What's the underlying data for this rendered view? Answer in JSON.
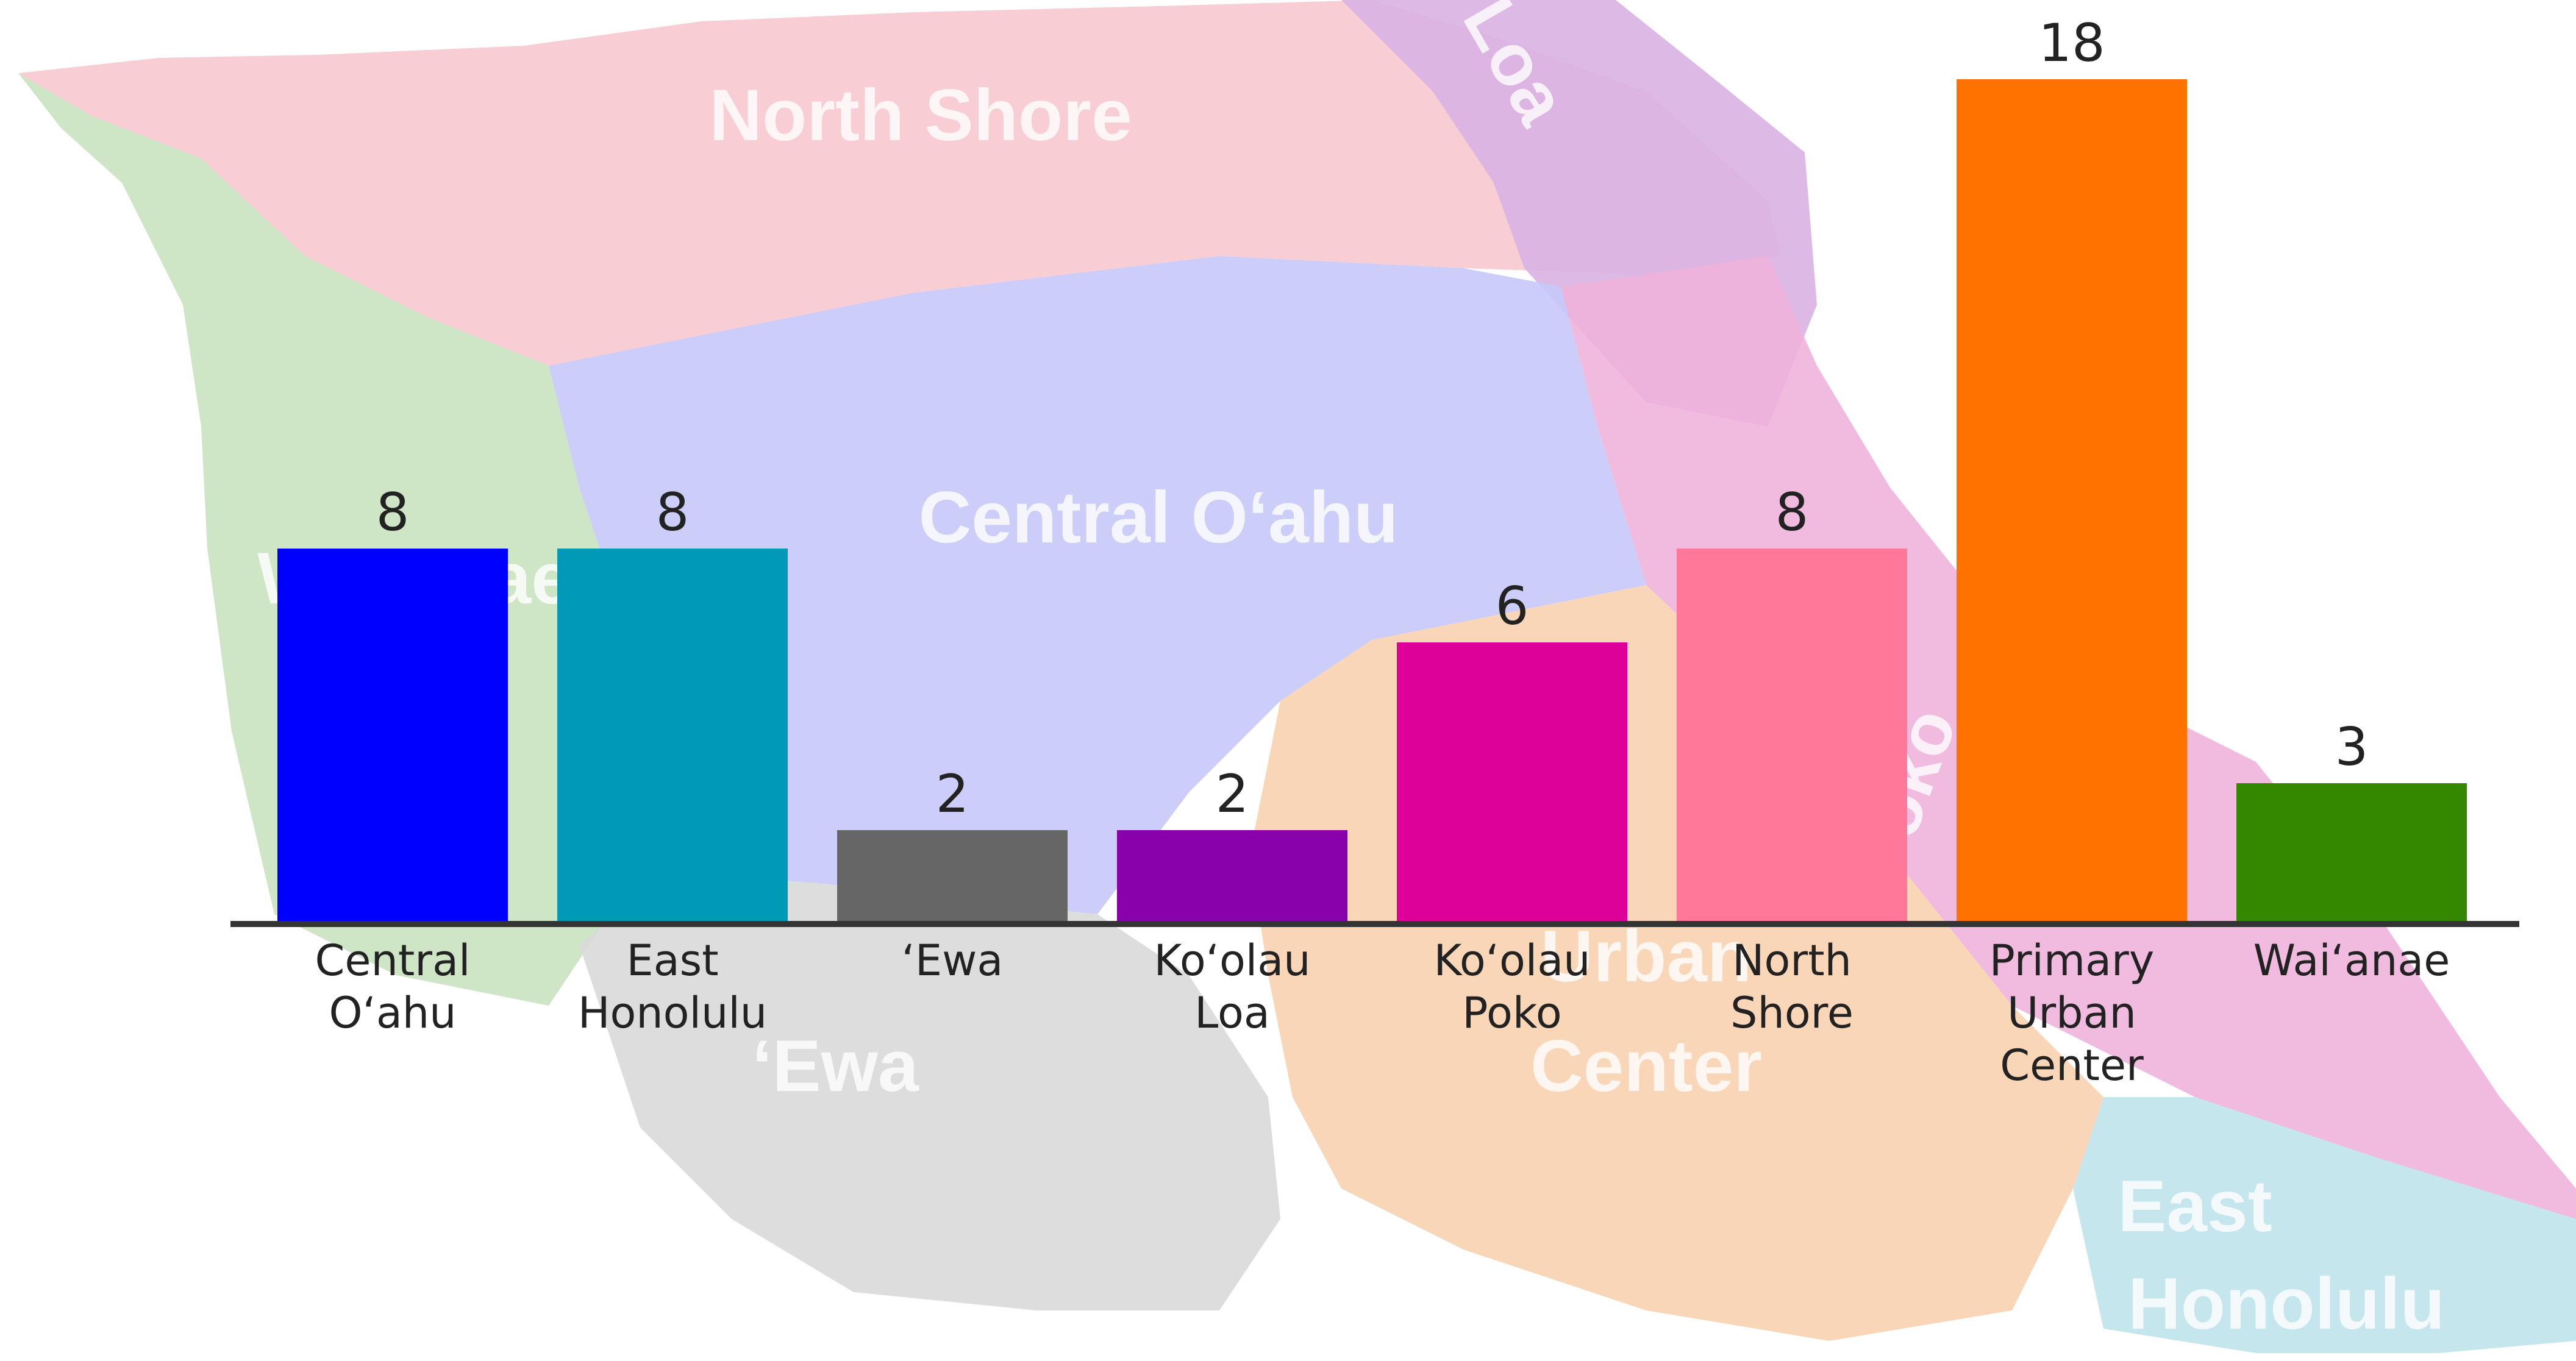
{
  "background_map": {
    "regions": [
      {
        "name": "North Shore",
        "label": "North Shore",
        "color": "#f7c8cf"
      },
      {
        "name": "Koolau Loa",
        "label": "Loa",
        "color": "#d9b3e3"
      },
      {
        "name": "Waianae",
        "label": "Waiʻanae",
        "color": "#c9e2c0"
      },
      {
        "name": "Central Oahu",
        "label": "Central Oʻahu",
        "color": "#c7c9f8"
      },
      {
        "name": "Koolau Poko",
        "label": "Poko",
        "color": "#f0b3dc"
      },
      {
        "name": "Ewa",
        "label": "ʻEwa",
        "color": "#d9d9d9"
      },
      {
        "name": "Primary Urban Center",
        "label_lines": [
          "Urban",
          "Center"
        ],
        "color": "#fad1b0"
      },
      {
        "name": "East Honolulu",
        "label_lines": [
          "East",
          "Honolulu"
        ],
        "color": "#bfe3ea"
      }
    ]
  },
  "chart_data": {
    "type": "bar",
    "title": "",
    "xlabel": "",
    "ylabel": "",
    "ylim": [
      0,
      18
    ],
    "grid": false,
    "legend": "none",
    "categories": [
      "Central Oʻahu",
      "East Honolulu",
      "ʻEwa",
      "Koʻolau Loa",
      "Koʻolau Poko",
      "North Shore",
      "Primary Urban Center",
      "Waiʻanae"
    ],
    "category_label_lines": [
      [
        "Central",
        "Oʻahu"
      ],
      [
        "East",
        "Honolulu"
      ],
      [
        "ʻEwa"
      ],
      [
        "Koʻolau",
        "Loa"
      ],
      [
        "Koʻolau",
        "Poko"
      ],
      [
        "North",
        "Shore"
      ],
      [
        "Primary",
        "Urban",
        "Center"
      ],
      [
        "Waiʻanae"
      ]
    ],
    "values": [
      8,
      8,
      2,
      2,
      6,
      8,
      18,
      3
    ],
    "data_labels": [
      "8",
      "8",
      "2",
      "2",
      "6",
      "8",
      "18",
      "3"
    ],
    "colors": [
      "#0000ff",
      "#0099b8",
      "#666666",
      "#8800aa",
      "#dd0099",
      "#ff7799",
      "#ff7200",
      "#338800"
    ],
    "axis_color": "#333333"
  }
}
